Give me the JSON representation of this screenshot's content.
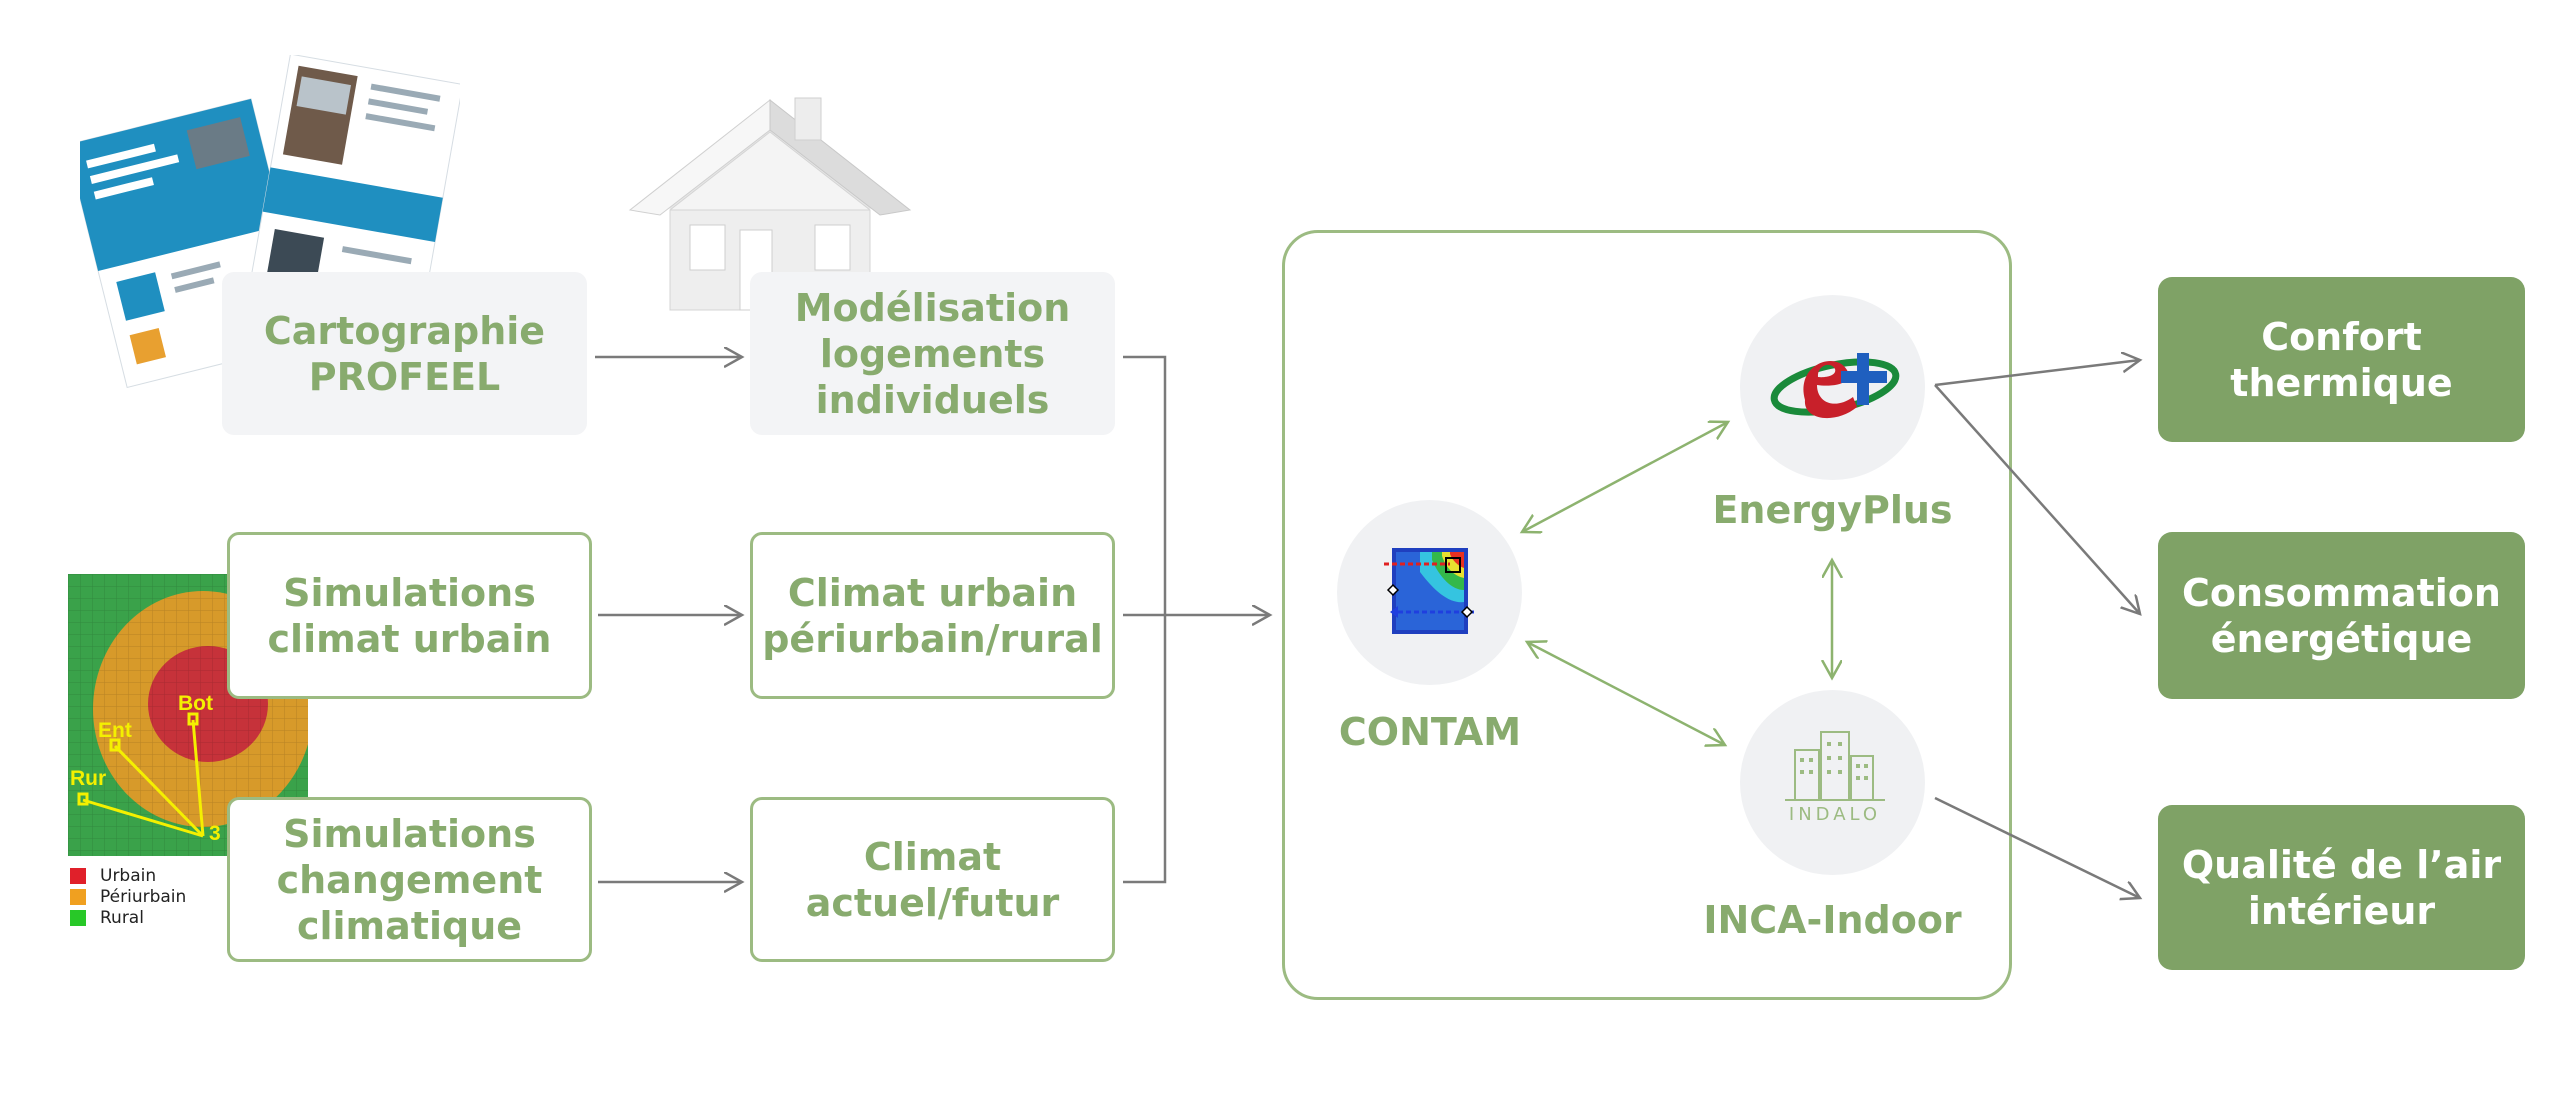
{
  "left_boxes": {
    "profeel": "Cartographie\nPROFEEL",
    "modelisation": "Modélisation\nlogements\nindividuels",
    "sim_urbain": "Simulations\nclimat urbain",
    "climat_urbain": "Climat urbain\npériurbain/rural",
    "sim_changement": "Simulations\nchangement\nclimatique",
    "climat_futur": "Climat\nactuel/futur"
  },
  "tools": {
    "energyplus": "EnergyPlus",
    "contam": "CONTAM",
    "inca": "INCA-Indoor",
    "indalo_logo_text": "INDALO"
  },
  "outputs": {
    "confort": "Confort\nthermique",
    "consommation": "Consommation\nénergétique",
    "qualite": "Qualité de l’air\nintérieur"
  },
  "map_inset": {
    "labels": [
      "Ent",
      "Bot",
      "Rur",
      "3"
    ],
    "legend": [
      {
        "label": "Urbain",
        "color": "#e0202a"
      },
      {
        "label": "Périurbain",
        "color": "#f0a020"
      },
      {
        "label": "Rural",
        "color": "#28c828"
      }
    ]
  },
  "colors": {
    "accent_green": "#88ab6e",
    "output_green": "#7fa266",
    "grey_box": "#f3f4f6",
    "arrow_grey": "#7a7a7a"
  }
}
